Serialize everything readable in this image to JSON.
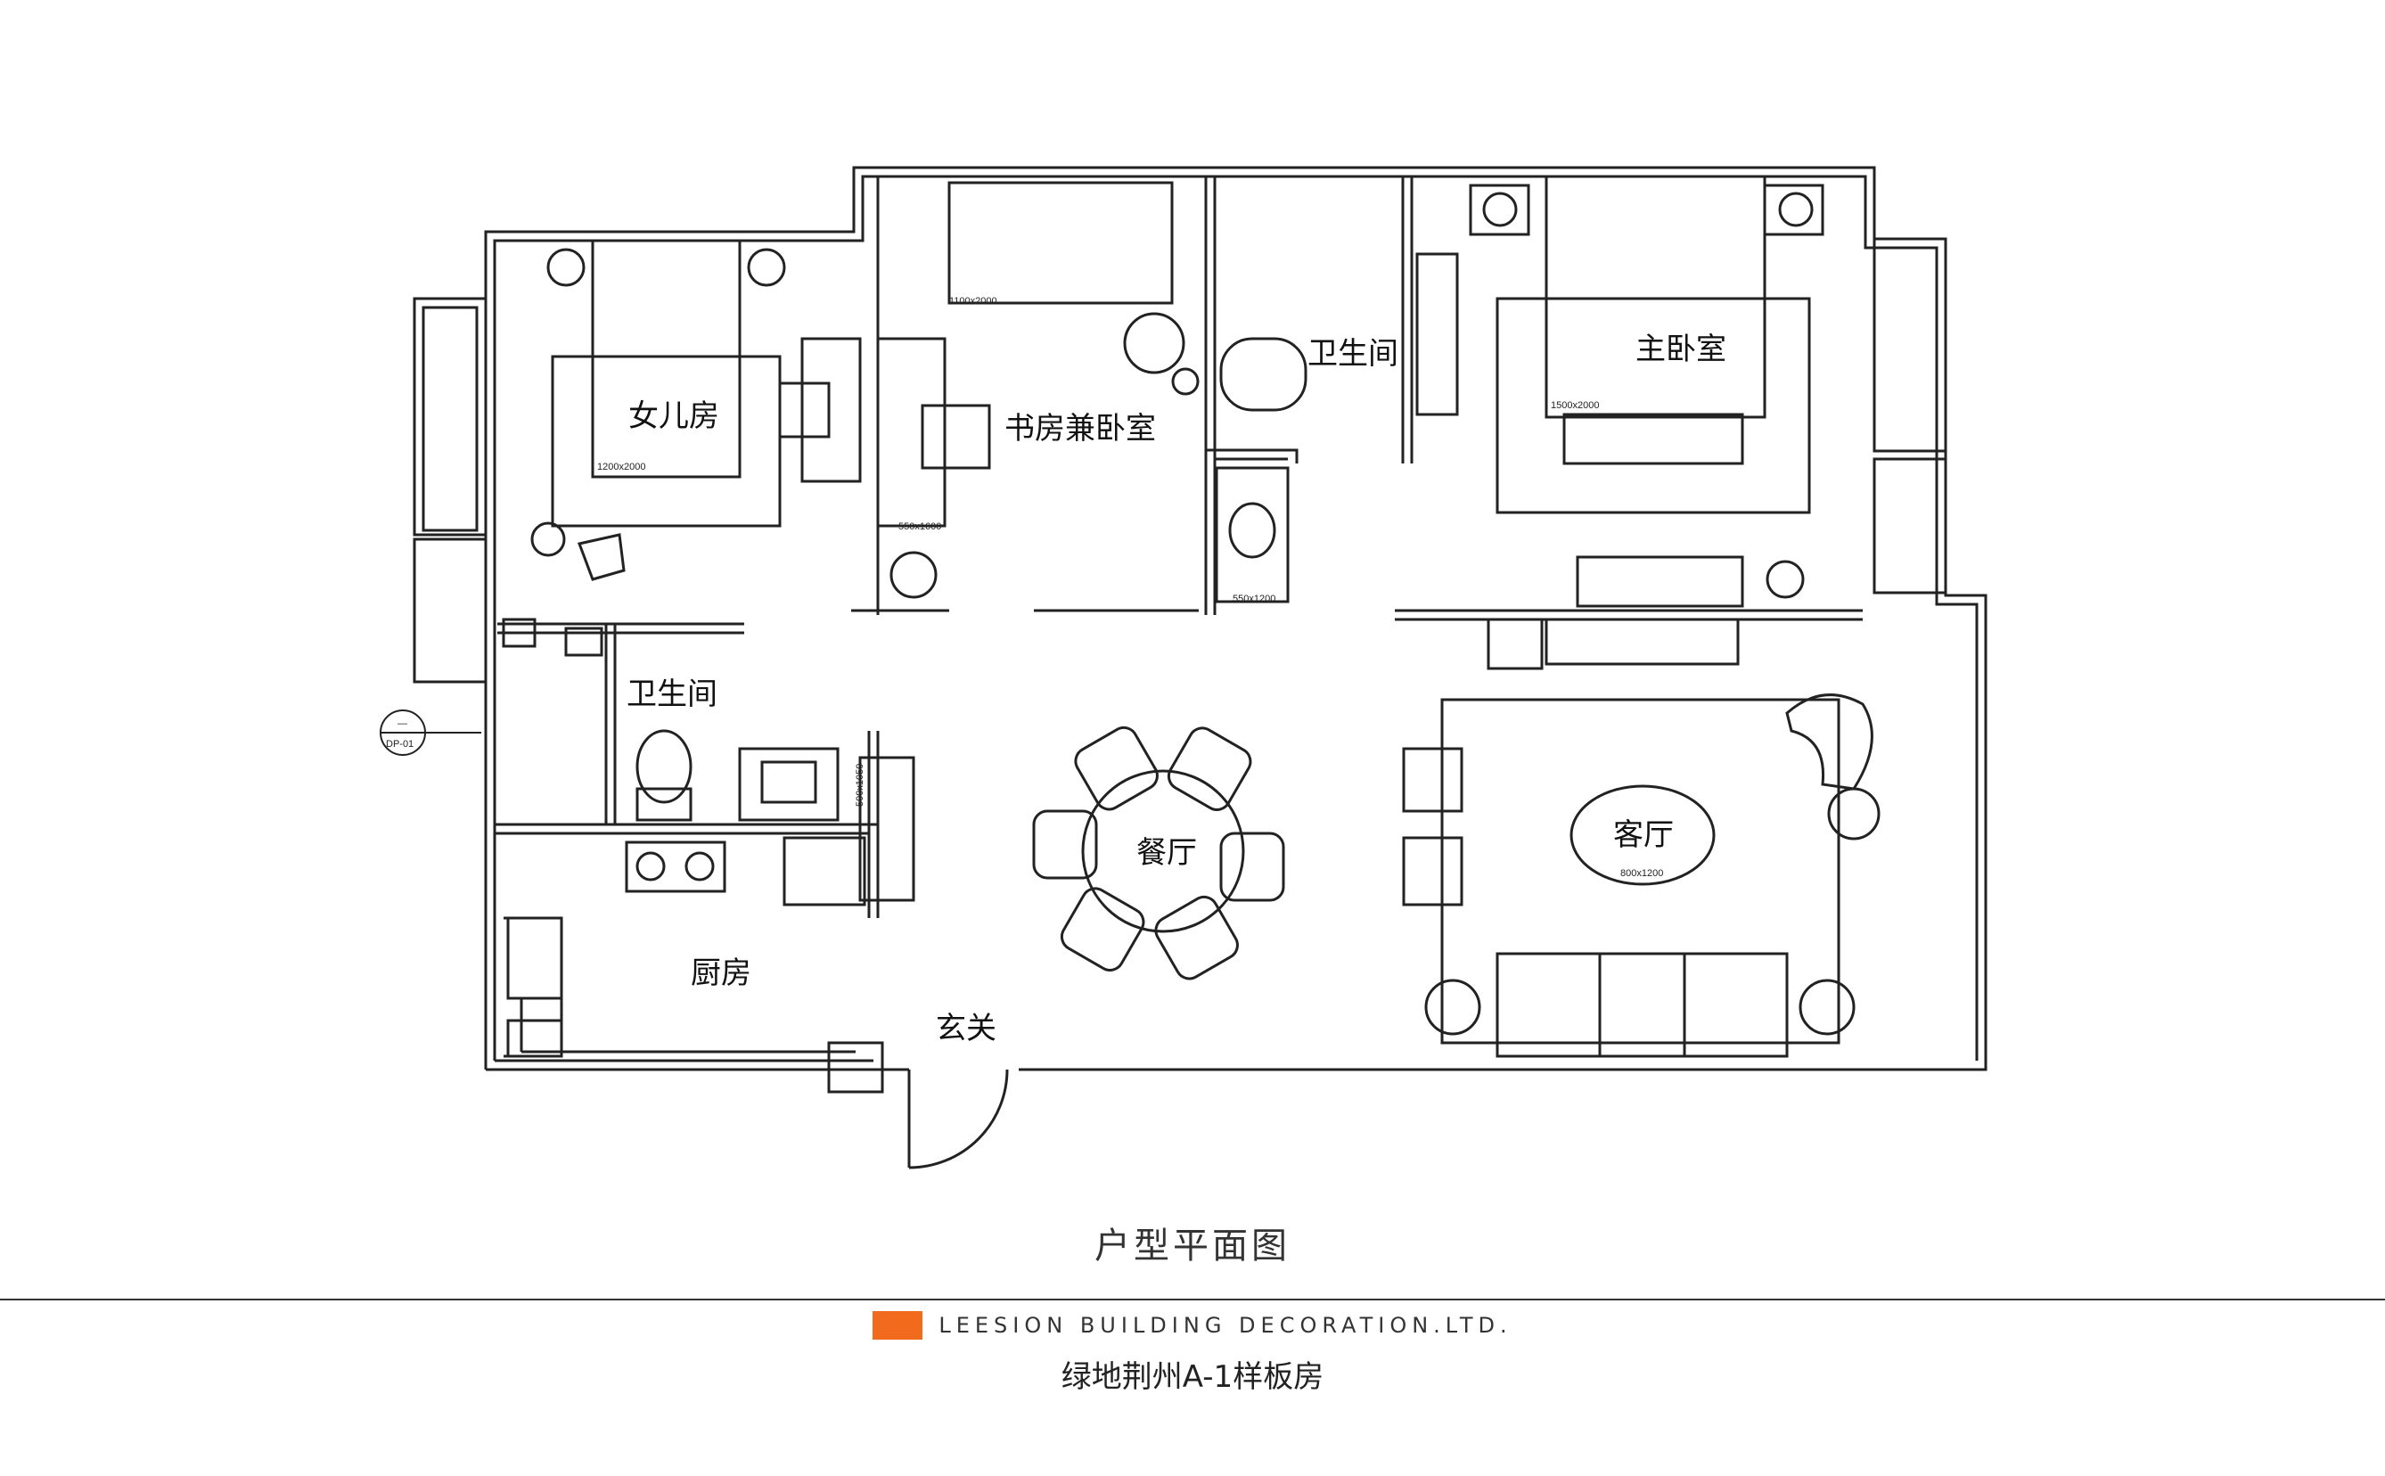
{
  "rooms": {
    "daughter": "女儿房",
    "study": "书房兼卧室",
    "bath_top": "卫生间",
    "master": "主卧室",
    "bath_left": "卫生间",
    "dining": "餐厅",
    "living": "客厅",
    "kitchen": "厨房",
    "entry": "玄关"
  },
  "dimensions": {
    "daughter_bed": "1200x2000",
    "study_bed": "1100x2000",
    "study_desk": "550x1600",
    "master_bed": "1500x2000",
    "vanity_top": "550x1200",
    "vanity_left": "500x1050",
    "coffee_table": "800x1200"
  },
  "section_tag": {
    "top": "—",
    "bottom": "DP-01"
  },
  "caption": "户型平面图",
  "brand": {
    "name": "LEESION BUILDING DECORATION.LTD.",
    "accent_color": "#f26b1d"
  },
  "project_name": "绿地荆州A-1样板房"
}
